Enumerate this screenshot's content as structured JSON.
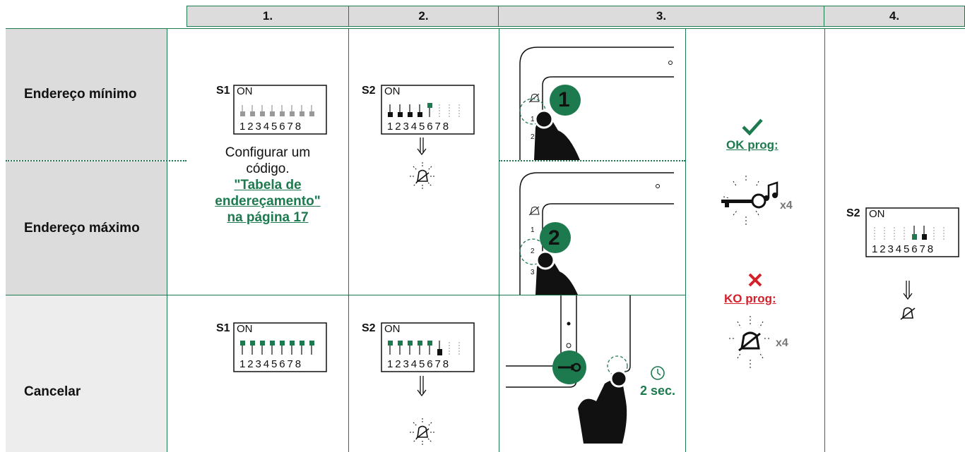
{
  "header": {
    "col1": "1.",
    "col2": "2.",
    "col3": "3.",
    "col4": "4."
  },
  "rows": {
    "min": "Endereço mínimo",
    "max": "Endereço máximo",
    "cancel": "Cancelar"
  },
  "col1": {
    "switch_name": "S1",
    "on_label": "ON",
    "positions": "12345678",
    "text_line1": "Configurar um",
    "text_line2": "código.",
    "link_line1": "\"Tabela de",
    "link_line2": "endereçamento\"",
    "link_line3": "na página 17"
  },
  "col2": {
    "switch_name": "S2",
    "on_label": "ON",
    "positions": "12345678"
  },
  "col3": {
    "step1": "1",
    "step2": "2",
    "monitor_buttons_top": [
      "1",
      "2"
    ],
    "monitor_buttons_bottom": [
      "1",
      "2",
      "3"
    ],
    "duration": "2 sec.",
    "ok_label": "OK prog:",
    "ko_label": "KO prog:",
    "ok_count": "x4",
    "ko_count": "x4"
  },
  "col4": {
    "switch_name": "S2",
    "on_label": "ON",
    "positions": "12345678"
  },
  "colors": {
    "green": "#1d7a4f",
    "red": "#d4202a",
    "gray": "#dcdcdc"
  }
}
